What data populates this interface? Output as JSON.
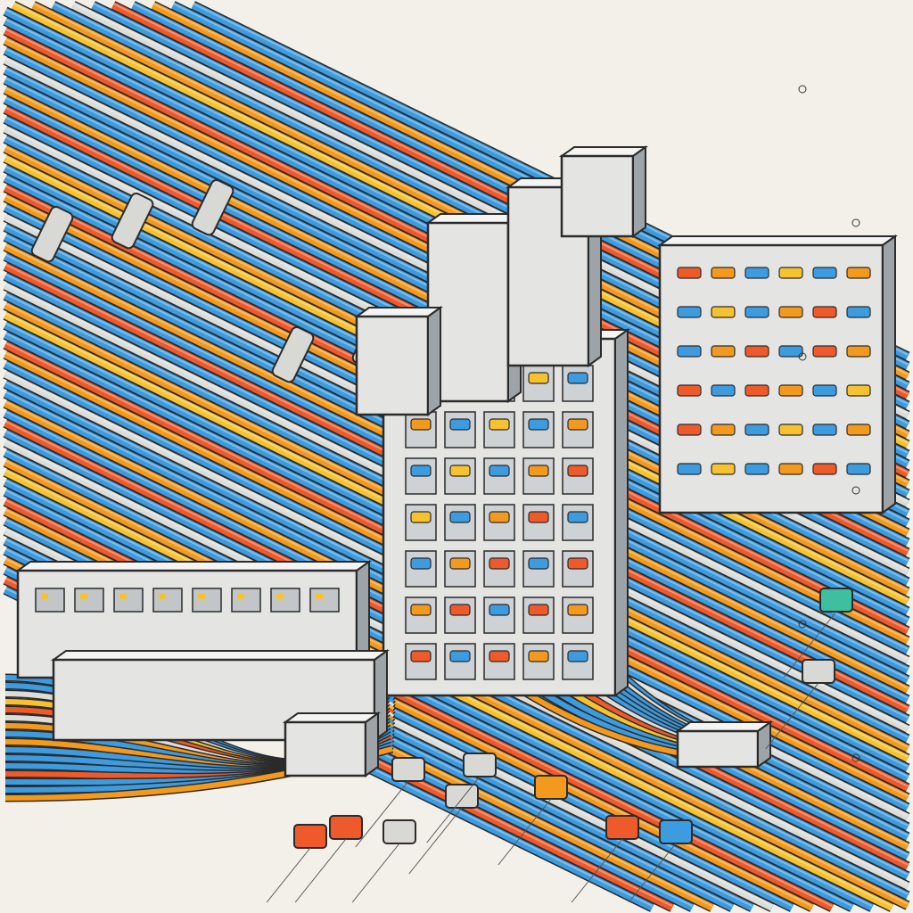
{
  "palette": {
    "background": "#f2f0e9",
    "cable_blue": "#3d9be0",
    "cable_orange": "#f39a1e",
    "cable_red": "#ee5a2a",
    "cable_yellow": "#f6c230",
    "cable_white": "#dcdcd8",
    "panel_grey": "#e4e4e2",
    "panel_shadow": "#9ea3a8",
    "outline": "#2b2b2b"
  },
  "bundle_pattern": [
    "cable_blue",
    "cable_blue",
    "cable_orange",
    "cable_blue",
    "cable_red",
    "cable_blue",
    "cable_white",
    "cable_blue",
    "cable_orange",
    "cable_yellow",
    "cable_blue",
    "cable_blue",
    "cable_red",
    "cable_orange",
    "cable_blue",
    "cable_white"
  ],
  "port_plugs": [
    "cable_red",
    "cable_orange",
    "cable_blue",
    "cable_yellow",
    "cable_blue",
    "cable_orange",
    "cable_red",
    "cable_blue"
  ]
}
